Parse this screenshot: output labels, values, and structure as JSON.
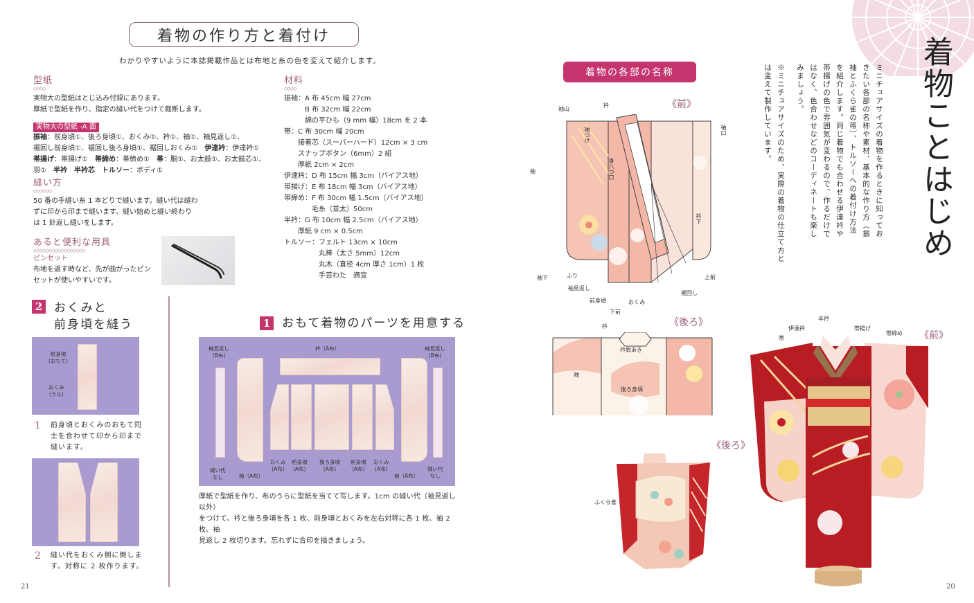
{
  "left_page": {
    "title": "着物の作り方と着付け",
    "subtitle": "わかりやすいように本誌掲載作品とは布地と糸の色を変えて紹介します。",
    "pattern": {
      "heading": "型紙",
      "lines": [
        "実物大の型紙はとじ込み付録にあります。",
        "厚紙で型紙を作り、指定の縫い代をつけて裁断します。"
      ],
      "tag": "実物大の型紙 -A 面",
      "parts": [
        {
          "label": "振袖",
          "items": "前身頃①、後ろ身頃①、おくみ①、衿①、袖①、袖見返し①、"
        },
        {
          "label": "",
          "items": "裾回し前身頃①、裾回し後ろ身頃①、裾回しおくみ①"
        },
        {
          "label": "伊達衿",
          "items": "伊達衿①"
        },
        {
          "label": "帯揚げ",
          "items": "帯揚げ①"
        },
        {
          "label": "帯締め",
          "items": "帯締め①"
        },
        {
          "label": "帯",
          "items": "胴①、お太鼓①、お太鼓芯①、"
        },
        {
          "label": "",
          "items": "羽①"
        },
        {
          "label": "半衿",
          "items": ""
        },
        {
          "label": "半衿芯",
          "items": ""
        },
        {
          "label": "トルソー",
          "items": "ボディ①"
        }
      ]
    },
    "sewing": {
      "heading": "縫い方",
      "lines": [
        "50 番の手縫い糸 1 本どりで縫います。縫い代は縫わ",
        "ずに印から印まで縫います。縫い始めと縫い終わり",
        "は 1 針返し縫いをします。"
      ]
    },
    "tools": {
      "heading": "あると便利な用具",
      "item": "ピンセット",
      "lines": [
        "布地を返す時など、先が曲がったピン",
        "セットが使いやすいです。"
      ],
      "photo": "tweezers-photo"
    },
    "materials": {
      "heading": "材料",
      "lines": [
        "振袖：A 布 45cm 幅 27cm",
        "　　　B 布 32cm 幅 22cm",
        "　　　綿の平ひも（9 mm 幅）18cm を 2 本",
        "帯：C 布 30cm 幅 20cm",
        "　　接着芯（スーパーハード）12cm × 3 cm",
        "　　スナップボタン（6mm）2 組",
        "　　厚紙 2cm × 2cm",
        "伊達衿：D 布 15cm 幅 3cm（バイアス地）",
        "帯揚げ：E 布 18cm 幅 3cm（バイアス地）",
        "帯締め：F 布 30cm 幅 1.5cm（バイアス地）",
        "　　　　毛糸（並太）50cm",
        "半衿：G 布 10cm 幅 2.5cm（バイアス地）",
        "　　厚紙 9 cm × 0.5cm",
        "トルソー：フェルト 13cm × 10cm",
        "　　　　　丸棒（太さ 5mm）12cm",
        "　　　　　丸木（直径 4cm 厚さ 1cm）1 枚",
        "　　　　　手芸わた　適宜"
      ]
    },
    "step1": {
      "number": "1",
      "title": "おもて着物のパーツを用意する",
      "labels": {
        "sode_mikaeshi_l": "袖見返し\n(B布)",
        "eri": "衿（A布）",
        "sode_mikaeshi_r": "袖見返し\n(B布)",
        "nuishiro_nashi_l": "縫い代\nなし",
        "sode_l": "袖（A布）",
        "okumi_l": "おくみ\n(A布)",
        "maemigoro_l": "前身頃\n(A布)",
        "ushiromigoro": "後ろ身頃\n(A布)",
        "maemigoro_r": "前身頃\n(A布)",
        "okumi_r": "おくみ\n(A布)",
        "sode_r": "袖（A布）",
        "nuishiro_nashi_r": "縫い代\nなし"
      },
      "description": [
        "厚紙で型紙を作り、布のうらに型紙を当てて写します。1cm の縫い代（袖見返し以外）",
        "をつけて、衿と後ろ身頃を各 1 枚、前身頃とおくみを左右対称に各 1 枚、袖 2 枚、袖",
        "見返し 2 枚切ります。忘れずに合印を描きましょう。"
      ]
    },
    "step2": {
      "number": "2",
      "title_line1": "おくみと",
      "title_line2": "前身頃を縫う",
      "photo1_labels": {
        "maemigoro": "前身頃\n(おもて)",
        "okumi": "おくみ\n(うら)"
      },
      "sub1": {
        "idx": "1",
        "lines": [
          "前身頃とおくみのおもて同",
          "士を合わせて印から印まで",
          "縫います。"
        ]
      },
      "sub2": {
        "idx": "2",
        "lines": [
          "縫い代をおくみ側に倒しま",
          "す。対称に 2 枚作ります。"
        ]
      }
    },
    "page_number": "21"
  },
  "right_page": {
    "vertical_title": "着物ことはじめ",
    "intro_columns": [
      "ミニチュアサイズの着物を作るときに知ってお",
      "きたい各部の名称や素材、基本的な作り方（振",
      "袖とふくら雀の帯）、トルソーへの着付け方法",
      "を紹介します。同じ着物でも合わせる伊達衿や",
      "帯揚げの色で雰囲気が変わるので、作るだけで",
      "はなく、色合わせなどのコーディネートも楽し",
      "みましょう。"
    ],
    "note_columns": [
      "※ミニチュアサイズのため、実際の着物の仕立て方と",
      "は変えて製作しています。"
    ],
    "parts_badge": "着物の各部の名称",
    "front_label": "《前》",
    "back_label": "《後ろ》",
    "front_diagram_labels": {
      "sodeyama": "袖山",
      "eri": "衿",
      "sodetsuke": "袖つけ",
      "miyatsuguchi": "身八つ口",
      "sodeguchi": "袖口",
      "sode": "袖",
      "erishita": "衿下",
      "sodeshita": "袖下",
      "furi": "ふり",
      "sodemikaeshi": "袖見返し",
      "maemigoro": "前身頃",
      "okumi": "おくみ",
      "shitamae": "下前",
      "susomawashi": "裾回し",
      "uwamae": "上前"
    },
    "back_diagram_labels": {
      "eri": "衿",
      "erikata_aki": "衿肩あき",
      "sode": "袖",
      "ushiromigoro": "後ろ身頃"
    },
    "photo_front_labels": {
      "han_eri": "半衿",
      "date_eri": "伊達衿",
      "obi": "帯",
      "obiage": "帯揚げ",
      "obijime": "帯締め",
      "view": "《前》"
    },
    "photo_back_labels": {
      "fukura_suzume": "ふくら雀",
      "view": "《後ろ》"
    },
    "page_number": "20"
  },
  "colors": {
    "accent": "#c4356e",
    "heading": "#a0607c",
    "lavender": "#a99bd0",
    "peach": "#f3b8a8",
    "chrysanthemum": "#f3dde3"
  }
}
